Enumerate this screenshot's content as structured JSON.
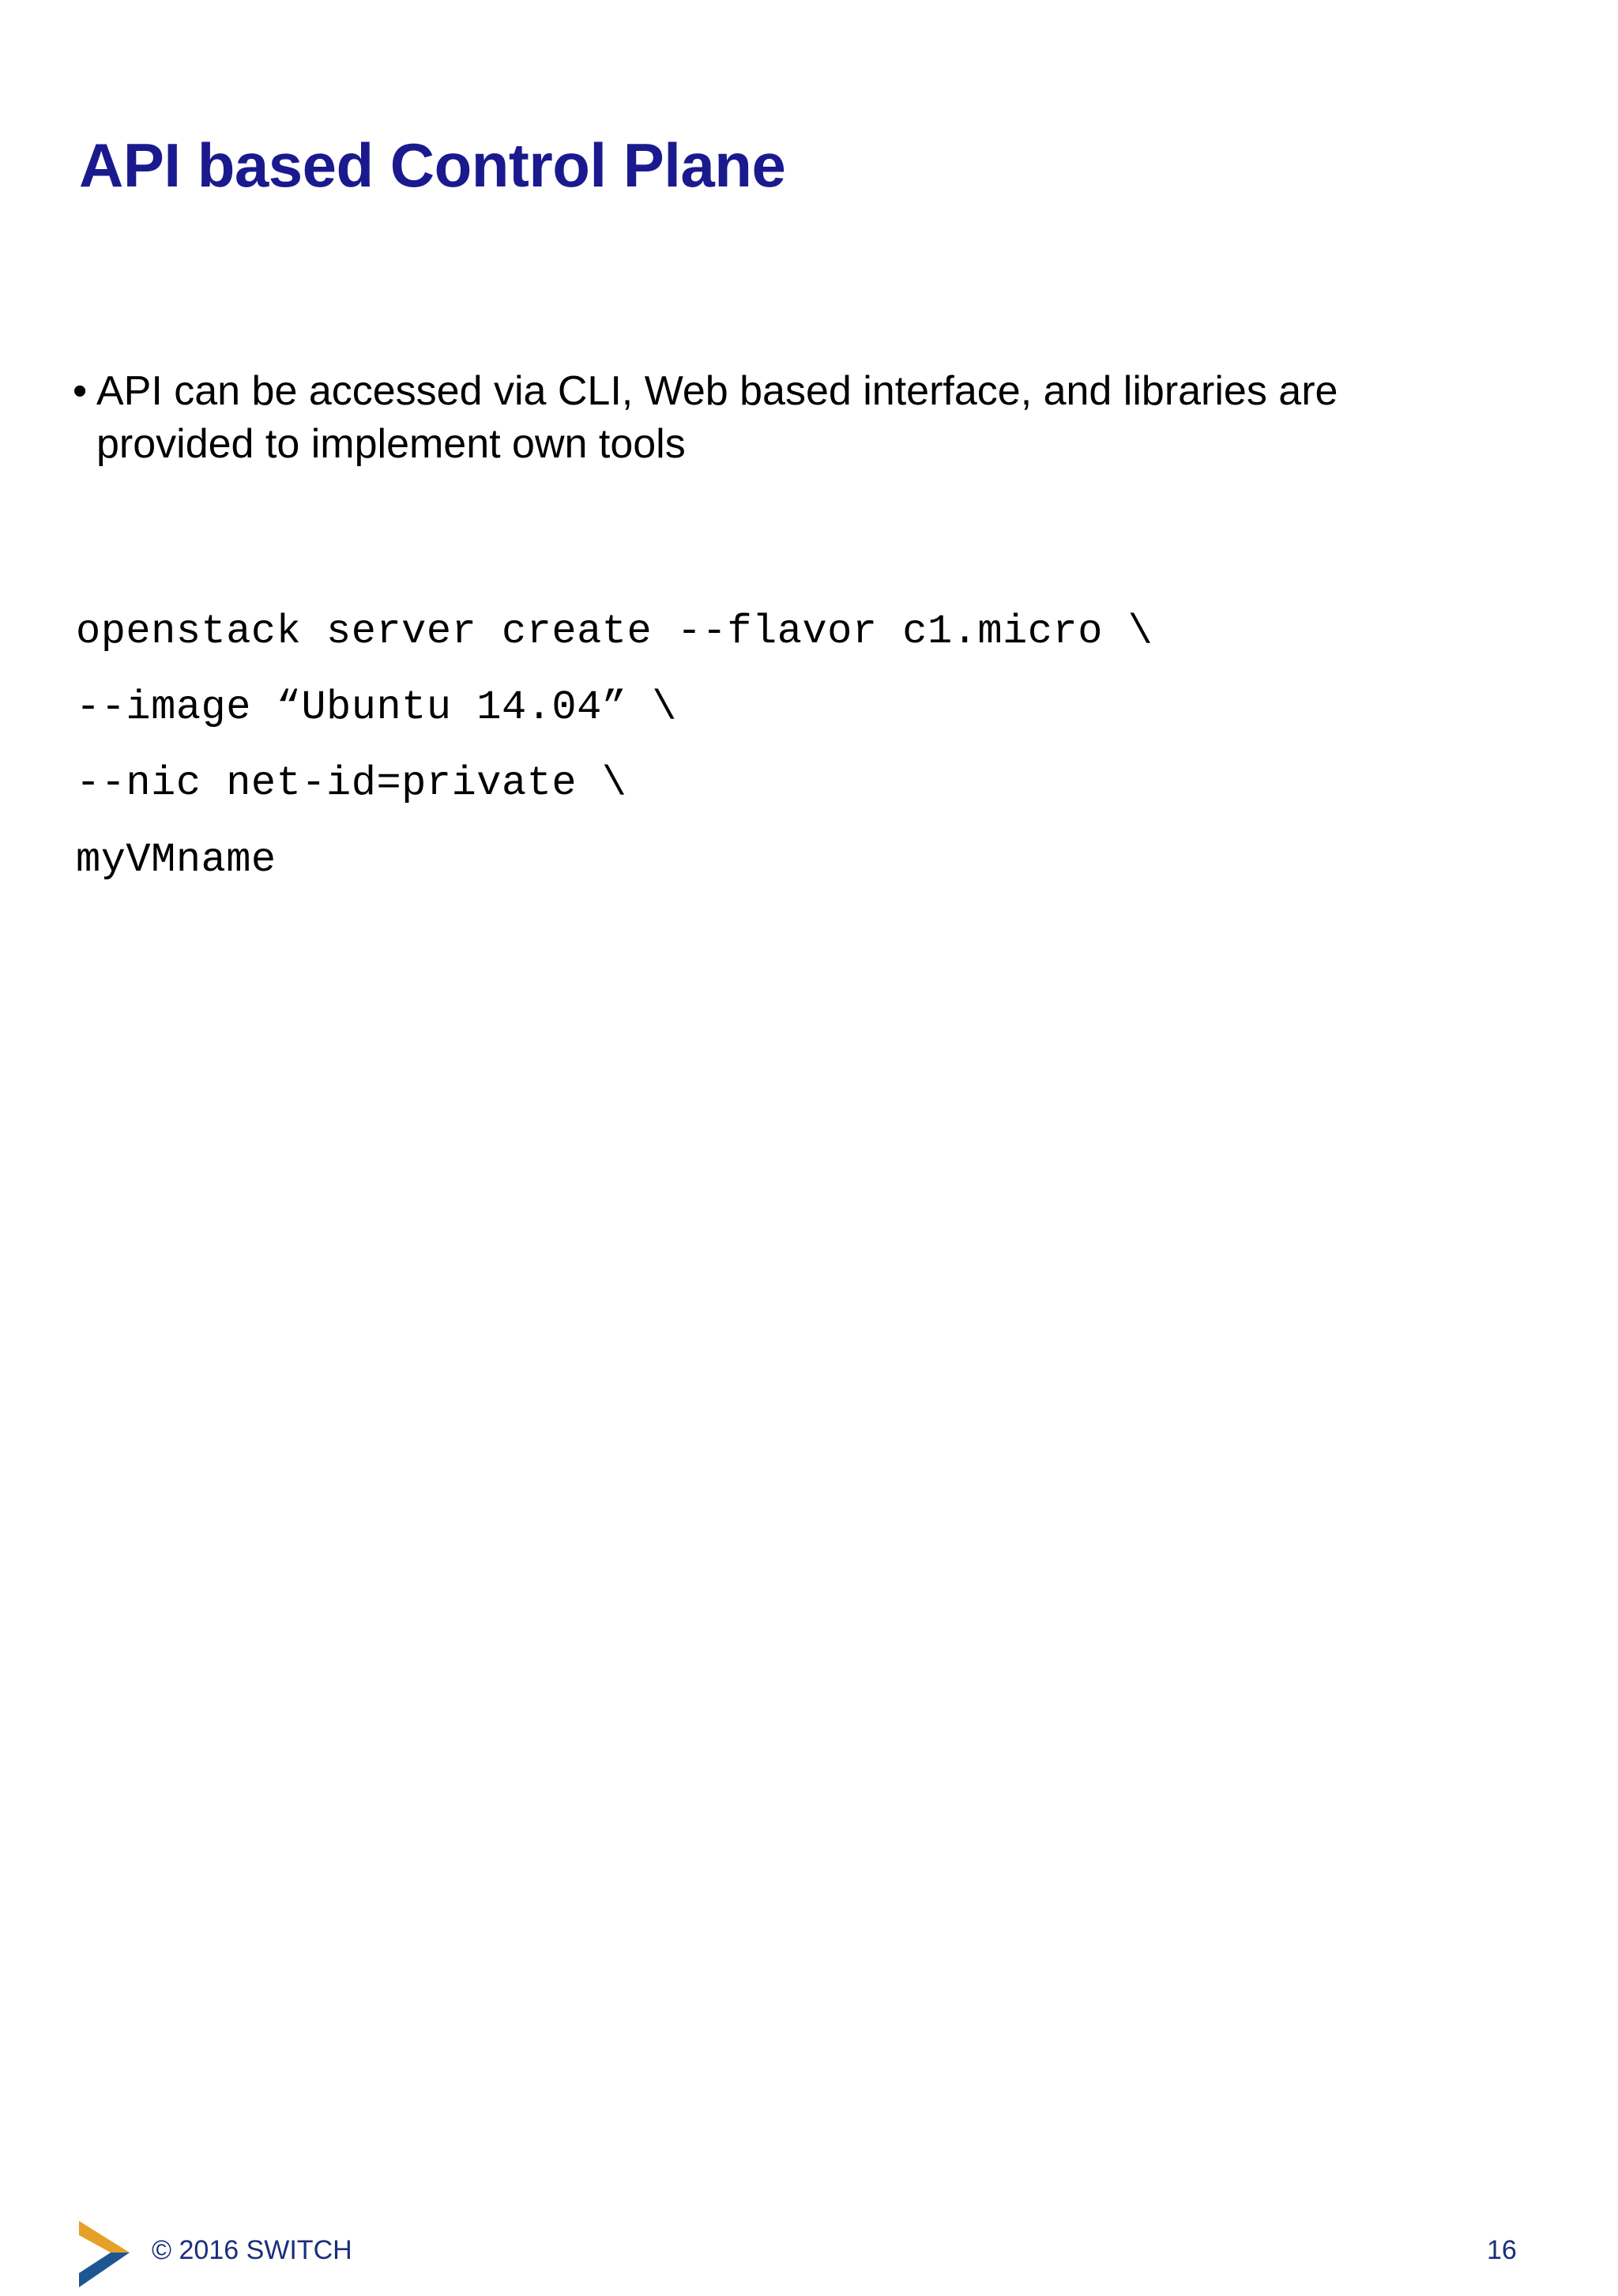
{
  "slide": {
    "title": "API based Control Plane",
    "background_color": "#ffffff",
    "title_color": "#1a1a8e",
    "body_color": "#000000"
  },
  "bullets": [
    {
      "marker": "•",
      "text": "API can be accessed via CLI, Web based interface, and libraries are provided to implement own tools"
    }
  ],
  "code": {
    "lines": [
      "openstack server create --flavor c1.micro \\",
      "--image “Ubuntu 14.04” \\",
      "--nic net-id=private \\",
      "myVMname"
    ]
  },
  "footer": {
    "copyright": "© 2016 SWITCH",
    "page_number": "16",
    "logo_name": "switch-chevron-logo",
    "logo_colors": {
      "upper": "#e5a028",
      "lower": "#1e5693"
    },
    "text_color": "#1a2f7a"
  }
}
